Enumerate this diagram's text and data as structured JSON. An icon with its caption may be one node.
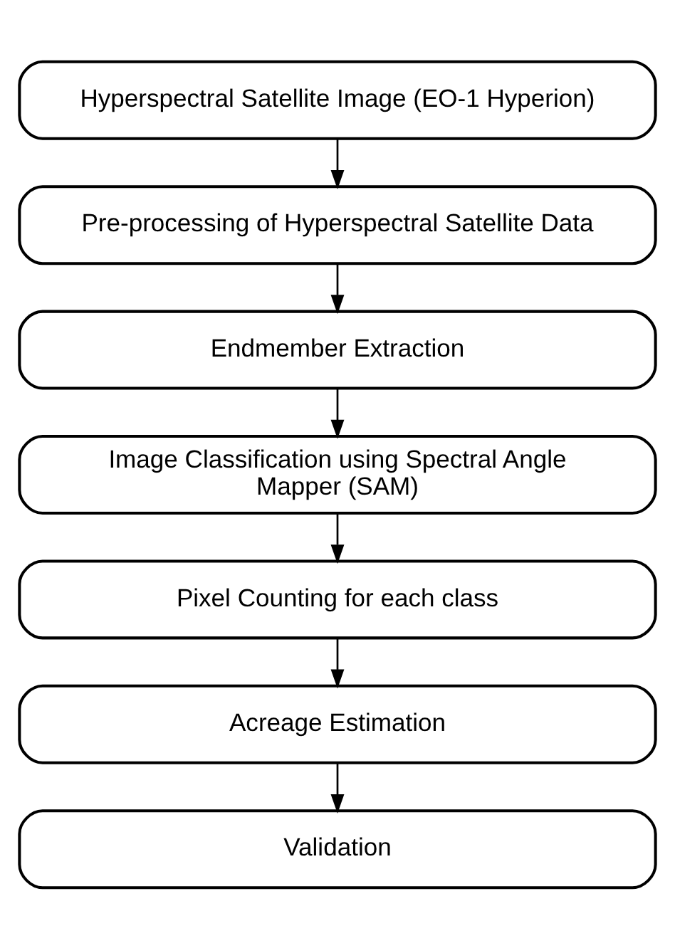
{
  "diagram": {
    "nodes": [
      {
        "text": [
          "Hyperspectral Satellite Image (EO-1 Hyperion)"
        ]
      },
      {
        "text": [
          "Pre-processing of Hyperspectral Satellite Data"
        ]
      },
      {
        "text": [
          "Endmember Extraction"
        ]
      },
      {
        "text": [
          "Image Classification using Spectral Angle Mapper (SAM)"
        ]
      },
      {
        "text": [
          "Pixel Counting for each class"
        ]
      },
      {
        "text": [
          "Acreage Estimation"
        ]
      },
      {
        "text": [
          "Validation"
        ]
      }
    ],
    "edges": [
      {
        "from": 0,
        "to": 1,
        "arrow": "to"
      },
      {
        "from": 1,
        "to": 2,
        "arrow": "to"
      },
      {
        "from": 2,
        "to": 3,
        "arrow": "to"
      },
      {
        "from": 3,
        "to": 4,
        "arrow": "to"
      },
      {
        "from": 4,
        "to": 5,
        "arrow": "to"
      },
      {
        "from": 5,
        "to": 6,
        "arrow": "to"
      }
    ]
  }
}
